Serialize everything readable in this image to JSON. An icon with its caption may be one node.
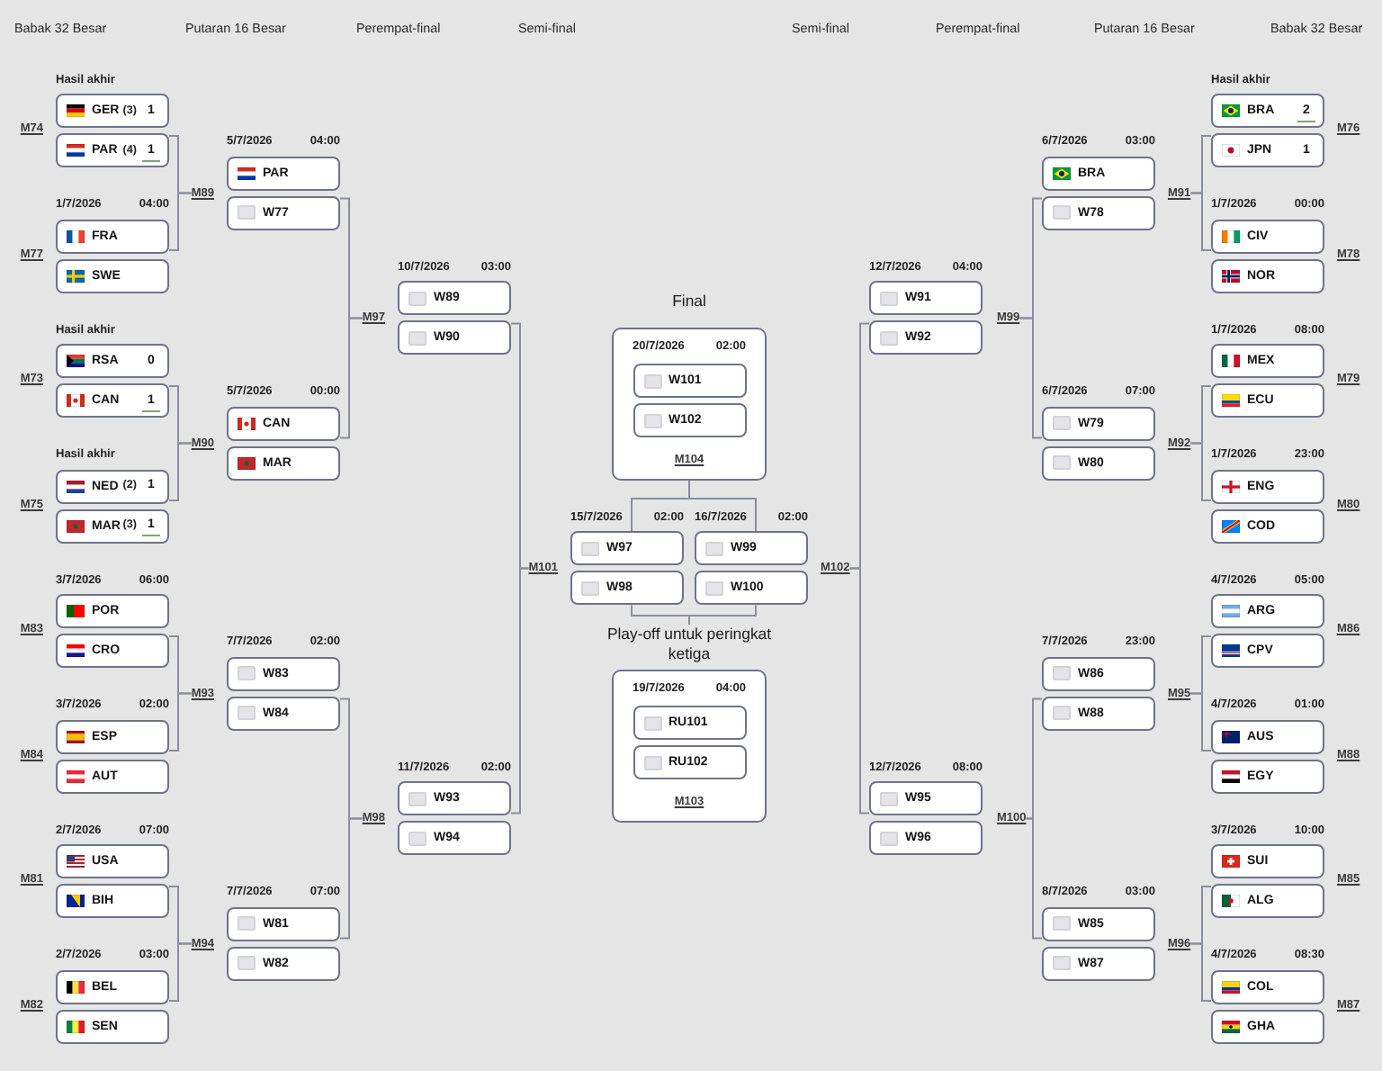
{
  "diagram": {
    "nodes": [
      {
        "text": [
          "GER",
          "(3)",
          "1"
        ],
        "beside": [
          "Hasil akhir"
        ]
      },
      {
        "text": [
          "PAR",
          "(4)",
          "1"
        ]
      },
      {
        "text": [
          "FRA"
        ],
        "beside": [
          "1/7/2026",
          "04:00"
        ]
      },
      {
        "text": [
          "SWE"
        ]
      },
      {
        "text": [
          "RSA",
          "0"
        ],
        "beside": [
          "Hasil akhir"
        ]
      },
      {
        "text": [
          "CAN",
          "1"
        ]
      },
      {
        "text": [
          "NED",
          "(2)",
          "1"
        ],
        "beside": [
          "Hasil akhir"
        ]
      },
      {
        "text": [
          "MAR",
          "(3)",
          "1"
        ]
      },
      {
        "text": [
          "POR"
        ],
        "beside": [
          "3/7/2026",
          "06:00"
        ]
      },
      {
        "text": [
          "CRO"
        ]
      },
      {
        "text": [
          "ESP"
        ],
        "beside": [
          "3/7/2026",
          "02:00"
        ]
      },
      {
        "text": [
          "AUT"
        ]
      },
      {
        "text": [
          "USA"
        ],
        "beside": [
          "2/7/2026",
          "07:00"
        ]
      },
      {
        "text": [
          "BIH"
        ]
      },
      {
        "text": [
          "BEL"
        ],
        "beside": [
          "2/7/2026",
          "03:00"
        ]
      },
      {
        "text": [
          "SEN"
        ]
      },
      {
        "text": [
          "M89"
        ]
      },
      {
        "text": [
          "M90"
        ]
      },
      {
        "text": [
          "M93"
        ]
      },
      {
        "text": [
          "M94"
        ]
      },
      {
        "text": [
          "PAR"
        ],
        "beside": [
          "5/7/2026",
          "04:00"
        ]
      },
      {
        "text": [
          "W77"
        ]
      },
      {
        "text": [
          "CAN"
        ],
        "beside": [
          "5/7/2026",
          "00:00"
        ]
      },
      {
        "text": [
          "MAR"
        ]
      },
      {
        "text": [
          "W83"
        ],
        "beside": [
          "7/7/2026",
          "02:00"
        ]
      },
      {
        "text": [
          "W84"
        ]
      },
      {
        "text": [
          "W81"
        ],
        "beside": [
          "7/7/2026",
          "07:00"
        ]
      },
      {
        "text": [
          "W82"
        ]
      },
      {
        "text": [
          "M97"
        ]
      },
      {
        "text": [
          "M98"
        ]
      },
      {
        "text": [
          "W89"
        ],
        "beside": [
          "10/7/2026",
          "03:00"
        ]
      },
      {
        "text": [
          "W90"
        ]
      },
      {
        "text": [
          "W93"
        ],
        "beside": [
          "11/7/2026",
          "02:00"
        ]
      },
      {
        "text": [
          "W94"
        ]
      },
      {
        "text": [
          "M101"
        ]
      },
      {
        "text": [
          "Final",
          "20/7/2026",
          "02:00",
          "M104"
        ]
      },
      {
        "text": [
          "W101"
        ],
        "in": 35
      },
      {
        "text": [
          "W102"
        ],
        "in": 35
      },
      {
        "text": [
          "W97"
        ],
        "beside": [
          "15/7/2026",
          "02:00"
        ]
      },
      {
        "text": [
          "W98"
        ]
      },
      {
        "text": [
          "W99"
        ],
        "beside": [
          "16/7/2026",
          "02:00"
        ]
      },
      {
        "text": [
          "W100"
        ]
      },
      {
        "text": [
          "Play-off untuk peringkat ketiga",
          "19/7/2026",
          "04:00",
          "M103"
        ]
      },
      {
        "text": [
          "RU101"
        ],
        "in": 42
      },
      {
        "text": [
          "RU102"
        ],
        "in": 42
      },
      {
        "text": [
          "M102"
        ]
      },
      {
        "text": [
          "W91"
        ],
        "beside": [
          "12/7/2026",
          "04:00"
        ]
      },
      {
        "text": [
          "W92"
        ]
      },
      {
        "text": [
          "W95"
        ],
        "beside": [
          "12/7/2026",
          "08:00"
        ]
      },
      {
        "text": [
          "W96"
        ]
      },
      {
        "text": [
          "M99"
        ]
      },
      {
        "text": [
          "M100"
        ]
      },
      {
        "text": [
          "BRA"
        ],
        "beside": [
          "6/7/2026",
          "03:00"
        ]
      },
      {
        "text": [
          "W78"
        ]
      },
      {
        "text": [
          "W79"
        ],
        "beside": [
          "6/7/2026",
          "07:00"
        ]
      },
      {
        "text": [
          "W80"
        ]
      },
      {
        "text": [
          "W86"
        ],
        "beside": [
          "7/7/2026",
          "23:00"
        ]
      },
      {
        "text": [
          "W88"
        ]
      },
      {
        "text": [
          "W85"
        ],
        "beside": [
          "8/7/2026",
          "03:00"
        ]
      },
      {
        "text": [
          "W87"
        ]
      },
      {
        "text": [
          "M91"
        ]
      },
      {
        "text": [
          "M92"
        ]
      },
      {
        "text": [
          "M95"
        ]
      },
      {
        "text": [
          "M96"
        ]
      },
      {
        "text": [
          "BRA",
          "2"
        ],
        "beside": [
          "Hasil akhir"
        ]
      },
      {
        "text": [
          "JPN",
          "1"
        ]
      },
      {
        "text": [
          "CIV"
        ],
        "beside": [
          "1/7/2026",
          "00:00"
        ]
      },
      {
        "text": [
          "NOR"
        ]
      },
      {
        "text": [
          "MEX"
        ],
        "beside": [
          "1/7/2026",
          "08:00"
        ]
      },
      {
        "text": [
          "ECU"
        ]
      },
      {
        "text": [
          "ENG"
        ],
        "beside": [
          "1/7/2026",
          "23:00"
        ]
      },
      {
        "text": [
          "COD"
        ]
      },
      {
        "text": [
          "ARG"
        ],
        "beside": [
          "4/7/2026",
          "05:00"
        ]
      },
      {
        "text": [
          "CPV"
        ]
      },
      {
        "text": [
          "AUS"
        ],
        "beside": [
          "4/7/2026",
          "01:00"
        ]
      },
      {
        "text": [
          "EGY"
        ]
      },
      {
        "text": [
          "SUI"
        ],
        "beside": [
          "3/7/2026",
          "10:00"
        ]
      },
      {
        "text": [
          "ALG"
        ]
      },
      {
        "text": [
          "COL"
        ],
        "beside": [
          "4/7/2026",
          "08:30"
        ]
      },
      {
        "text": [
          "GHA"
        ]
      }
    ],
    "edges": [
      {
        "from": 1,
        "to": 16,
        "arrow": "none"
      },
      {
        "from": 2,
        "to": 16,
        "arrow": "none"
      },
      {
        "from": 5,
        "to": 17,
        "arrow": "none"
      },
      {
        "from": 6,
        "to": 17,
        "arrow": "none"
      },
      {
        "from": 9,
        "to": 18,
        "arrow": "none"
      },
      {
        "from": 10,
        "to": 18,
        "arrow": "none"
      },
      {
        "from": 13,
        "to": 19,
        "arrow": "none"
      },
      {
        "from": 14,
        "to": 19,
        "arrow": "none"
      },
      {
        "from": 21,
        "to": 28,
        "arrow": "none"
      },
      {
        "from": 22,
        "to": 28,
        "arrow": "none"
      },
      {
        "from": 25,
        "to": 29,
        "arrow": "none"
      },
      {
        "from": 26,
        "to": 29,
        "arrow": "none"
      },
      {
        "from": 31,
        "to": 34,
        "arrow": "none"
      },
      {
        "from": 32,
        "to": 34,
        "arrow": "none"
      },
      {
        "from": 38,
        "to": 35,
        "arrow": "none"
      },
      {
        "from": 40,
        "to": 35,
        "arrow": "none"
      },
      {
        "from": 39,
        "to": 42,
        "arrow": "none"
      },
      {
        "from": 41,
        "to": 42,
        "arrow": "none"
      },
      {
        "from": 47,
        "to": 45,
        "arrow": "none"
      },
      {
        "from": 48,
        "to": 45,
        "arrow": "none"
      },
      {
        "from": 53,
        "to": 50,
        "arrow": "none"
      },
      {
        "from": 54,
        "to": 50,
        "arrow": "none"
      },
      {
        "from": 57,
        "to": 51,
        "arrow": "none"
      },
      {
        "from": 58,
        "to": 51,
        "arrow": "none"
      },
      {
        "from": 65,
        "to": 60,
        "arrow": "none"
      },
      {
        "from": 66,
        "to": 60,
        "arrow": "none"
      },
      {
        "from": 69,
        "to": 61,
        "arrow": "none"
      },
      {
        "from": 70,
        "to": 61,
        "arrow": "none"
      },
      {
        "from": 73,
        "to": 62,
        "arrow": "none"
      },
      {
        "from": 74,
        "to": 62,
        "arrow": "none"
      },
      {
        "from": 77,
        "to": 63,
        "arrow": "none"
      },
      {
        "from": 78,
        "to": 63,
        "arrow": "none"
      }
    ],
    "labels": [
      "Babak 32 Besar",
      "Putaran 16 Besar",
      "Perempat-final",
      "Semi-final",
      "Semi-final",
      "Perempat-final",
      "Putaran 16 Besar",
      "Babak 32 Besar",
      "M74",
      "M77",
      "M73",
      "M75",
      "M83",
      "M84",
      "M81",
      "M82",
      "M76",
      "M78",
      "M79",
      "M80",
      "M86",
      "M88",
      "M85",
      "M87"
    ]
  }
}
